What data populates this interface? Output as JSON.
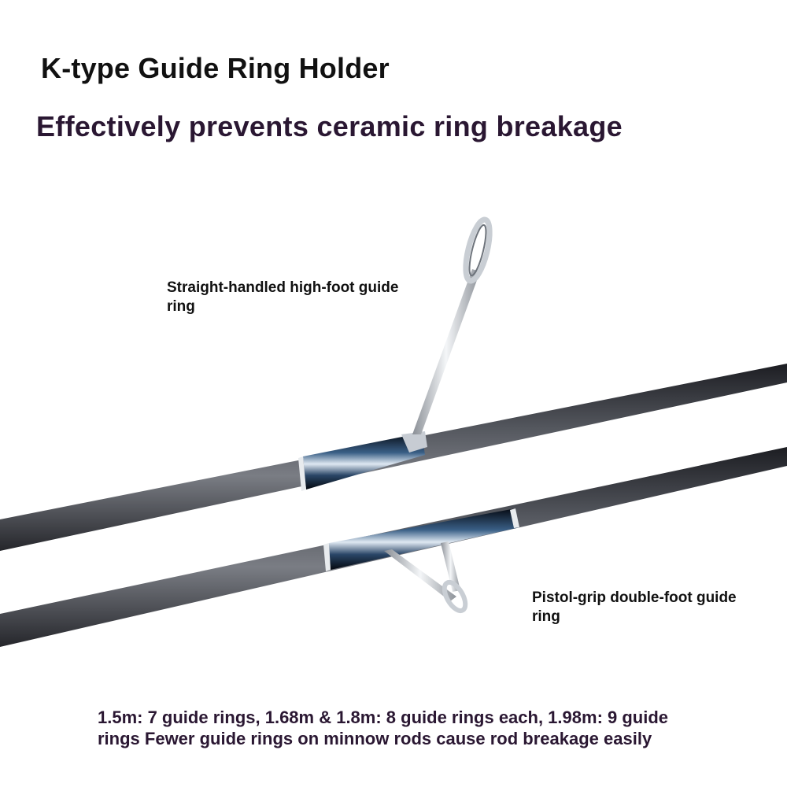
{
  "headline": "K-type Guide Ring Holder",
  "subheadline": "Effectively prevents ceramic ring breakage",
  "callouts": {
    "straight": "Straight-handled high-foot guide ring",
    "pistol": "Pistol-grip double-foot guide ring"
  },
  "footer": {
    "line1": "1.5m: 7 guide rings, 1.68m & 1.8m: 8 guide rings each, 1.98m: 9 guide",
    "line2": "rings Fewer guide rings on minnow rods cause rod breakage easily"
  },
  "colors": {
    "rod_dark": "#2e3036",
    "rod_light": "#6a6d75",
    "wrap": "#0e1c2c",
    "metal": "#c8ccd2",
    "accent_text": "#2a1732"
  }
}
